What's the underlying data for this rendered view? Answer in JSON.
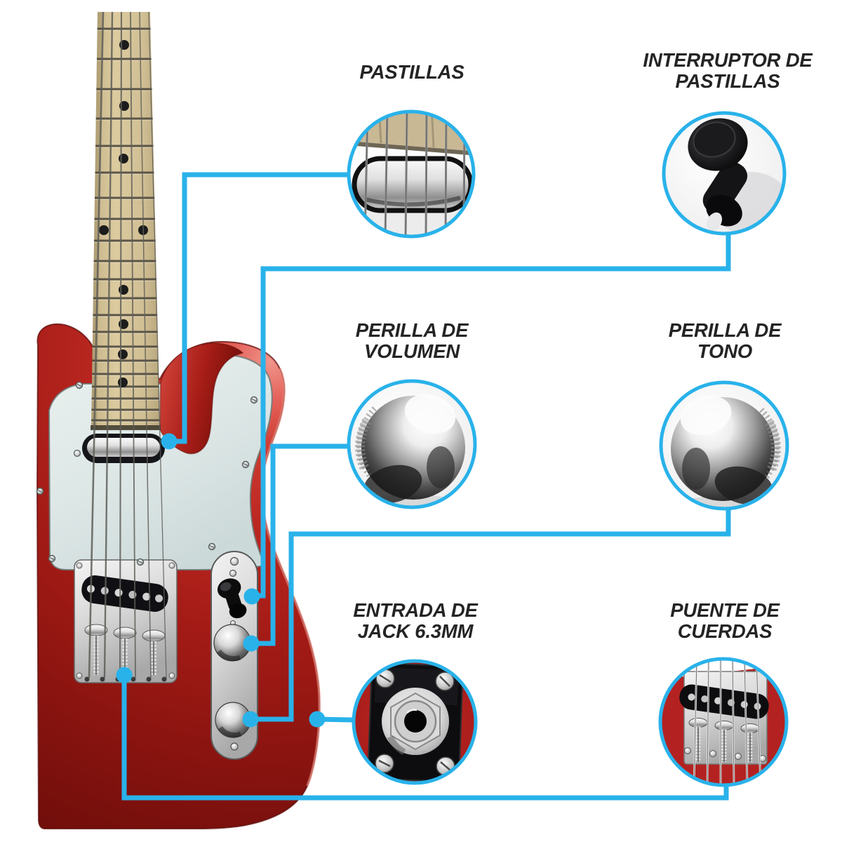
{
  "figure": {
    "description_language": "es",
    "background": "#ffffff"
  },
  "colors": {
    "accent_cyan": "#29b2ea",
    "body_red": "#bb2721",
    "body_red_dark": "#6b0d0a",
    "body_red_highlight": "#f0958c",
    "pickguard_mint": "#dde7e6",
    "neck_tan": "#d3c298",
    "chrome": "#d9d9d9",
    "hardware_black": "#101014",
    "label_text": "#242424"
  },
  "callouts": [
    {
      "id": "pastillas",
      "lines": [
        "PASTILLAS"
      ],
      "icon": "pickup-zoom-icon"
    },
    {
      "id": "interruptor-de-pastillas",
      "lines": [
        "INTERRUPTOR DE",
        "PASTILLAS"
      ],
      "icon": "switch-zoom-icon"
    },
    {
      "id": "perilla-de-volumen",
      "lines": [
        "PERILLA DE",
        "VOLUMEN"
      ],
      "icon": "volume-knob-zoom-icon"
    },
    {
      "id": "perilla-de-tono",
      "lines": [
        "PERILLA DE",
        "TONO"
      ],
      "icon": "tone-knob-zoom-icon"
    },
    {
      "id": "entrada-de-jack",
      "lines": [
        "ENTRADA DE",
        "JACK 6.3MM"
      ],
      "icon": "jack-zoom-icon"
    },
    {
      "id": "puente-de-cuerdas",
      "lines": [
        "PUENTE DE",
        "CUERDAS"
      ],
      "icon": "bridge-zoom-icon"
    }
  ]
}
